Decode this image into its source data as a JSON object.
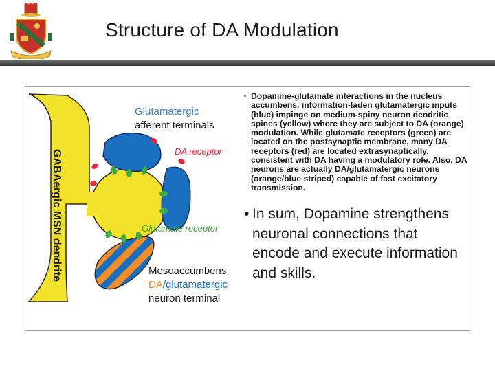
{
  "slide": {
    "title": "Structure of DA Modulation"
  },
  "diagram": {
    "labels": {
      "glutamatergic_line1": "Glutamatergic",
      "glutamatergic_line2": "afferent terminals",
      "da_receptor": "DA receptor",
      "glutamate_receptor": "Glutamate receptor",
      "msn_dendrite": "GABAergic MSN dendrite",
      "terminal_line1": "Mesoaccumbens",
      "terminal_da": "DA",
      "terminal_glut": "/glutamatergic",
      "terminal_line3": "neuron terminal"
    },
    "colors": {
      "dendrite_yellow": "#f2e32a",
      "glutamatergic_blue": "#1a6fc0",
      "da_orange": "#f28e25",
      "receptor_green": "#3fae3f",
      "receptor_red": "#e8283a",
      "label_blue": "#3a7fcc",
      "label_red": "#e8283a",
      "label_green": "#3aa03a",
      "label_dark": "#1a1a1a",
      "label_orange": "#f28e25"
    }
  },
  "bullets": {
    "small": "Dopamine-glutamate interactions in the nucleus accumbens. information-laden glutamatergic inputs (blue) impinge on medium-spiny neuron dendritic spines (yellow) where they are subject to DA (orange) modulation. While glutamate receptors (green) are located on the postsynaptic membrane, many DA receptors (red) are located extrasynaptically, consistent with DA having a modulatory role. Also, DA neurons are actually DA/glutamatergic neurons (orange/blue striped) capable of fast excitatory transmission.",
    "large": "In sum, Dopamine strengthens neuronal connections that encode and execute information and skills."
  }
}
